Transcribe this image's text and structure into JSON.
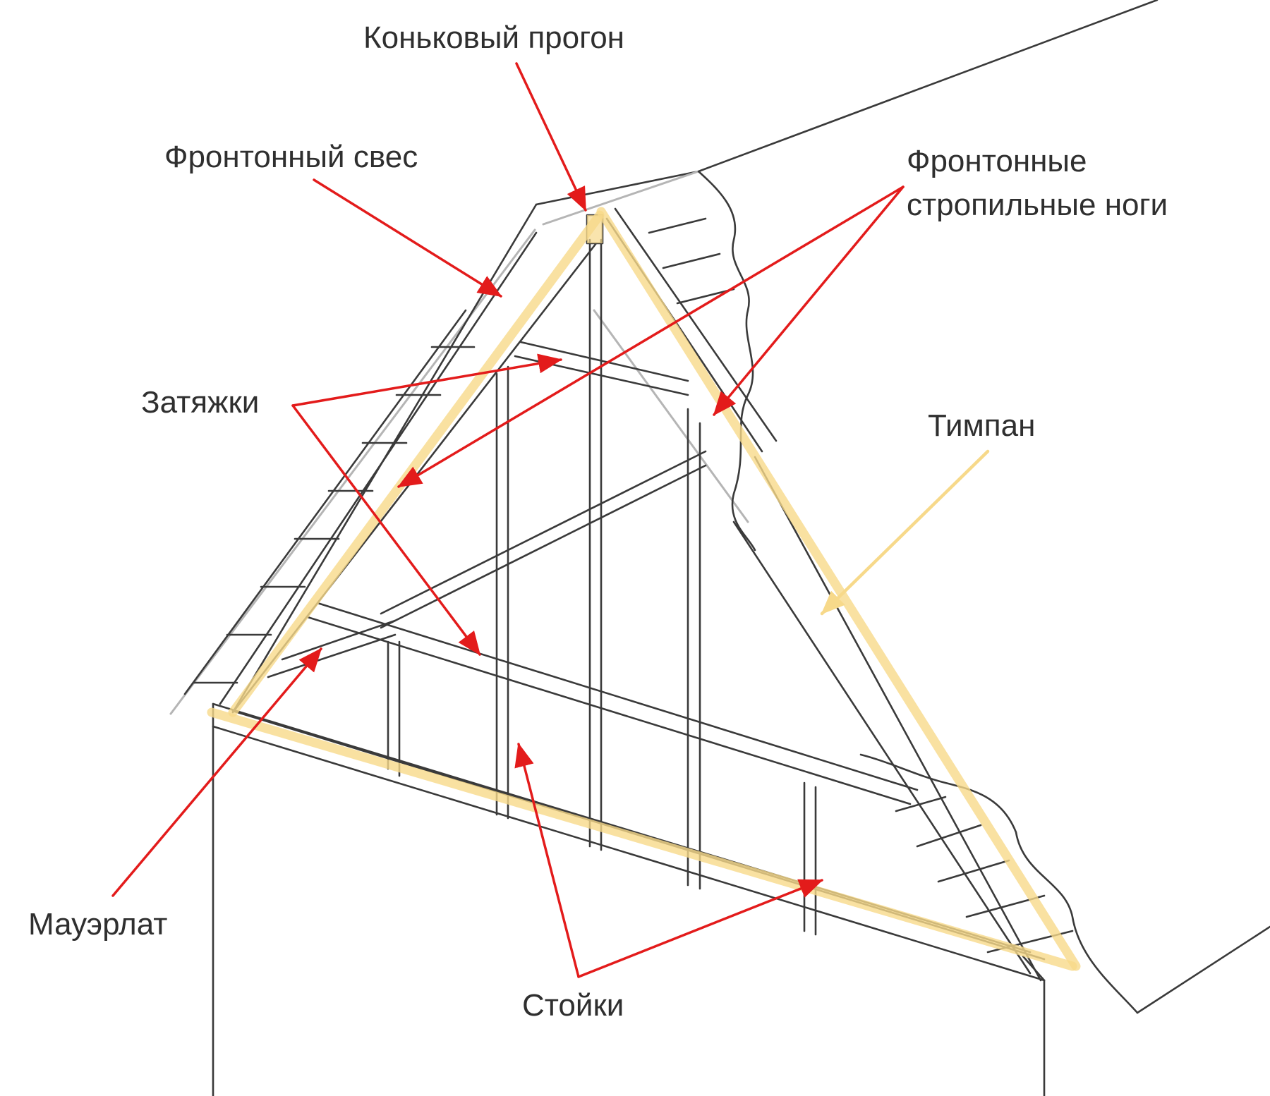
{
  "labels": {
    "ridge_purlin": "Коньковый прогон",
    "gable_overhang": "Фронтонный свес",
    "gable_rafters_line1": "Фронтонные",
    "gable_rafters_line2": "стропильные ноги",
    "tie_beams": "Затяжки",
    "tympanum": "Тимпан",
    "mauerlat": "Мауэрлат",
    "posts": "Стойки"
  },
  "colors": {
    "leader_arrow": "#e31b1b",
    "highlight": "#f7d98a",
    "line": "#3a3a3a"
  }
}
